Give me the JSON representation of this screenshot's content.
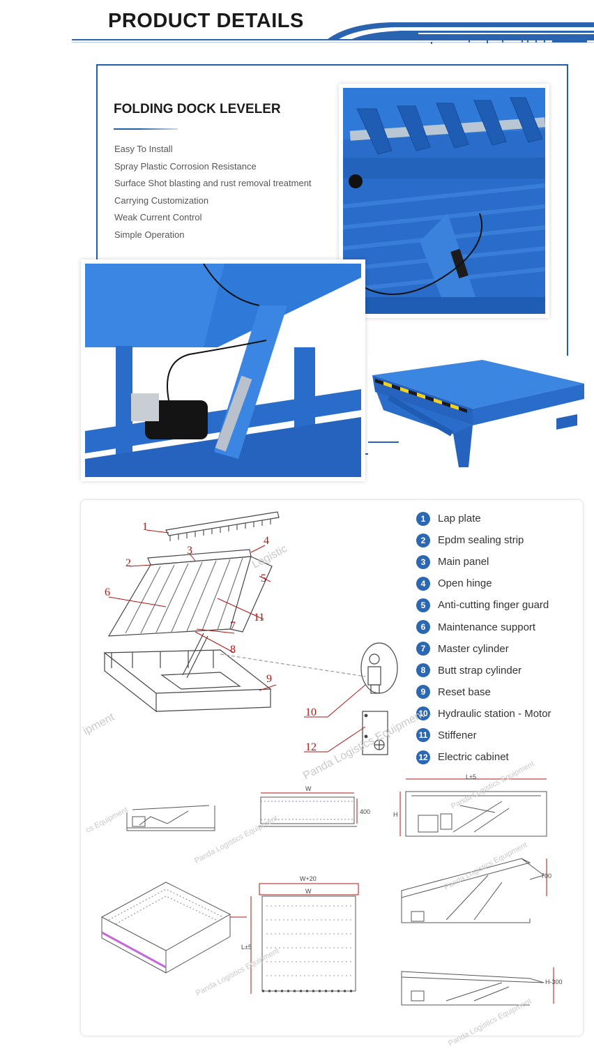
{
  "header": {
    "title": "PRODUCT DETAILS"
  },
  "intro": {
    "title": "FOLDING DOCK LEVELER",
    "features": [
      "Easy To Install",
      "Spray Plastic Corrosion Resistance",
      "Surface Shot blasting and rust removal treatment",
      "Carrying Customization",
      "Weak Current Control",
      "Simple Operation"
    ]
  },
  "parts": [
    {
      "no": "1",
      "name": "Lap plate"
    },
    {
      "no": "2",
      "name": "Epdm sealing strip"
    },
    {
      "no": "3",
      "name": "Main panel"
    },
    {
      "no": "4",
      "name": "Open hinge"
    },
    {
      "no": "5",
      "name": "Anti-cutting finger guard"
    },
    {
      "no": "6",
      "name": "Maintenance support"
    },
    {
      "no": "7",
      "name": "Master cylinder"
    },
    {
      "no": "8",
      "name": "Butt strap cylinder"
    },
    {
      "no": "9",
      "name": "Reset base"
    },
    {
      "no": "10",
      "name": "Hydraulic station - Motor"
    },
    {
      "no": "11",
      "name": "Stiffener"
    },
    {
      "no": "12",
      "name": "Electric cabinet"
    }
  ],
  "callouts": [
    "1",
    "2",
    "3",
    "4",
    "5",
    "6",
    "7",
    "8",
    "9",
    "10",
    "11",
    "12"
  ],
  "dimensions": {
    "w": "W",
    "w20": "W+20",
    "l5": "L±5",
    "h": "H",
    "d400": "400",
    "d700": "700",
    "h300": "H-300"
  },
  "watermarks": [
    "Panda Logistics Equipment",
    "Logistic",
    "ipment",
    "cs Equipment"
  ],
  "colors": {
    "accent": "#1f5fa8",
    "steel_blue": "#2a6cc9",
    "callout_red": "#b01515",
    "badge": "#2b67b2"
  }
}
